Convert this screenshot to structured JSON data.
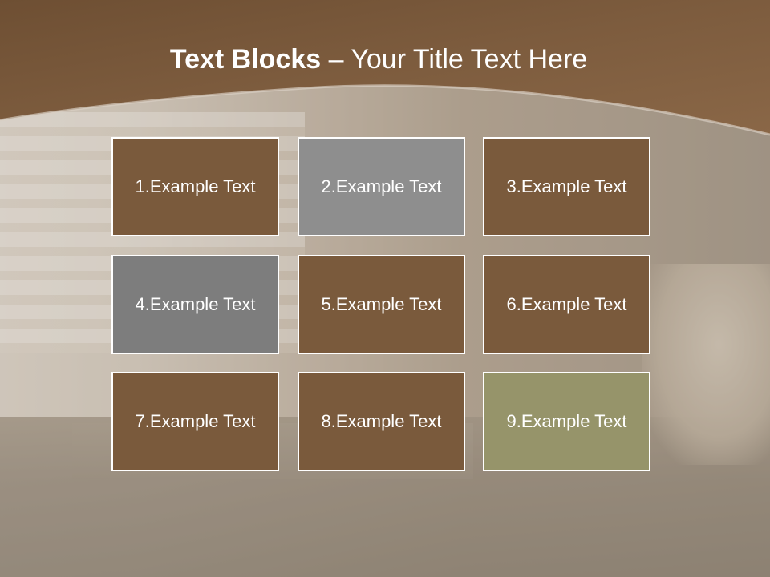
{
  "slide": {
    "title_bold": "Text Blocks",
    "title_dash": " – ",
    "title_rest": "Your Title Text Here"
  },
  "colors": {
    "header_brown": "#7a5a3c",
    "box_brown": "#7a5a3c",
    "box_gray_light": "#8e8e8e",
    "box_gray_dark": "#7d7d7d",
    "box_olive": "#96946a",
    "box_border": "#ffffff",
    "text": "#ffffff"
  },
  "blocks": [
    {
      "label": "1.Example Text",
      "color": "#7a5a3c"
    },
    {
      "label": "2.Example Text",
      "color": "#8e8e8e"
    },
    {
      "label": "3.Example Text",
      "color": "#7a5a3c"
    },
    {
      "label": "4.Example Text",
      "color": "#7d7d7d"
    },
    {
      "label": "5.Example Text",
      "color": "#7a5a3c"
    },
    {
      "label": "6.Example Text",
      "color": "#7a5a3c"
    },
    {
      "label": "7.Example Text",
      "color": "#7a5a3c"
    },
    {
      "label": "8.Example Text",
      "color": "#7a5a3c"
    },
    {
      "label": "9.Example Text",
      "color": "#96946a"
    }
  ]
}
